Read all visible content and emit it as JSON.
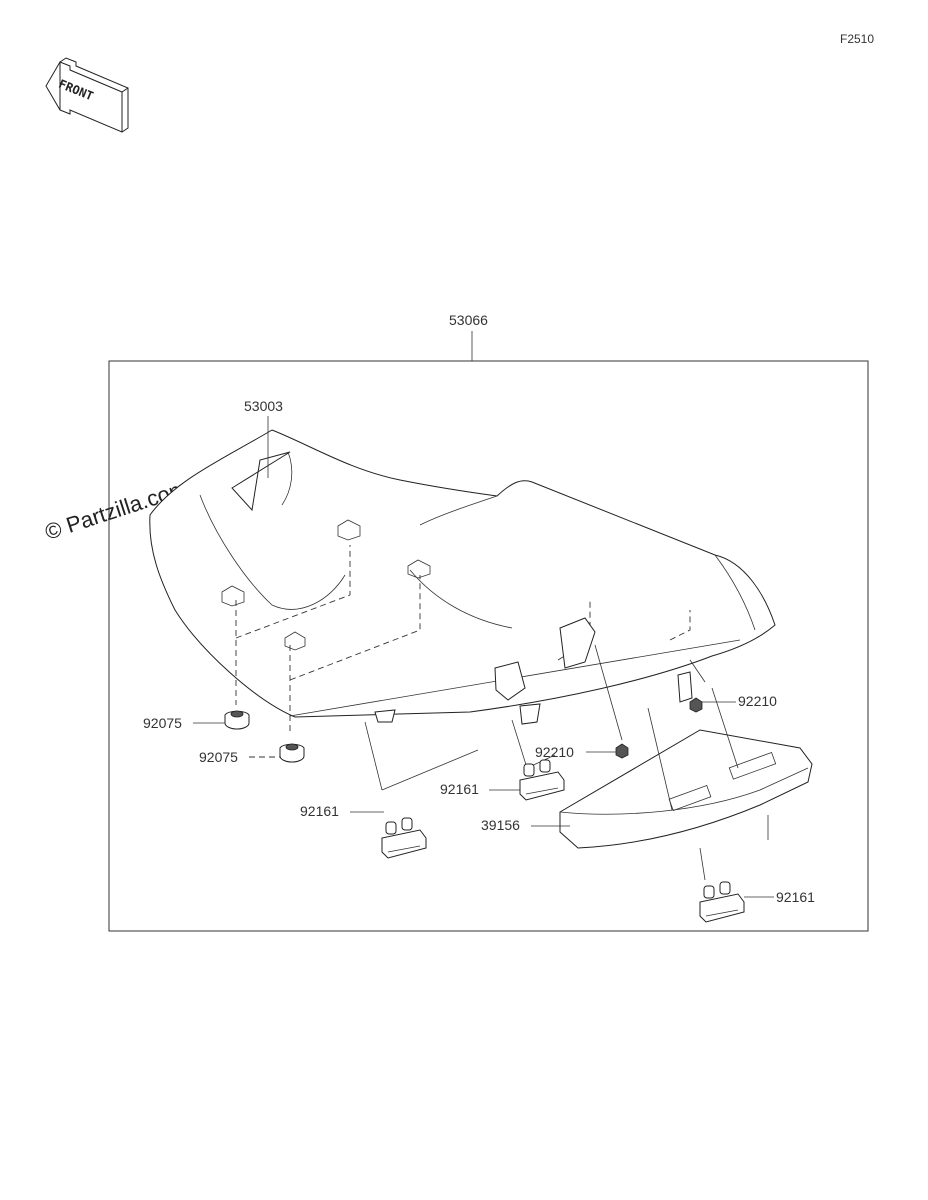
{
  "ref_code": "F2510",
  "front_arrow": {
    "text": "FRONT",
    "icon": "front-direction-arrow-icon"
  },
  "watermark": "© Partzilla.com",
  "assembly": {
    "part_number": "53066"
  },
  "callouts": {
    "seat_cover": "53003",
    "damper_a": "92075",
    "damper_b": "92075",
    "collar_left": "92210",
    "collar_center": "92210",
    "rubber_left": "92161",
    "rubber_center": "92161",
    "rubber_right": "92161",
    "tray": "39156"
  }
}
